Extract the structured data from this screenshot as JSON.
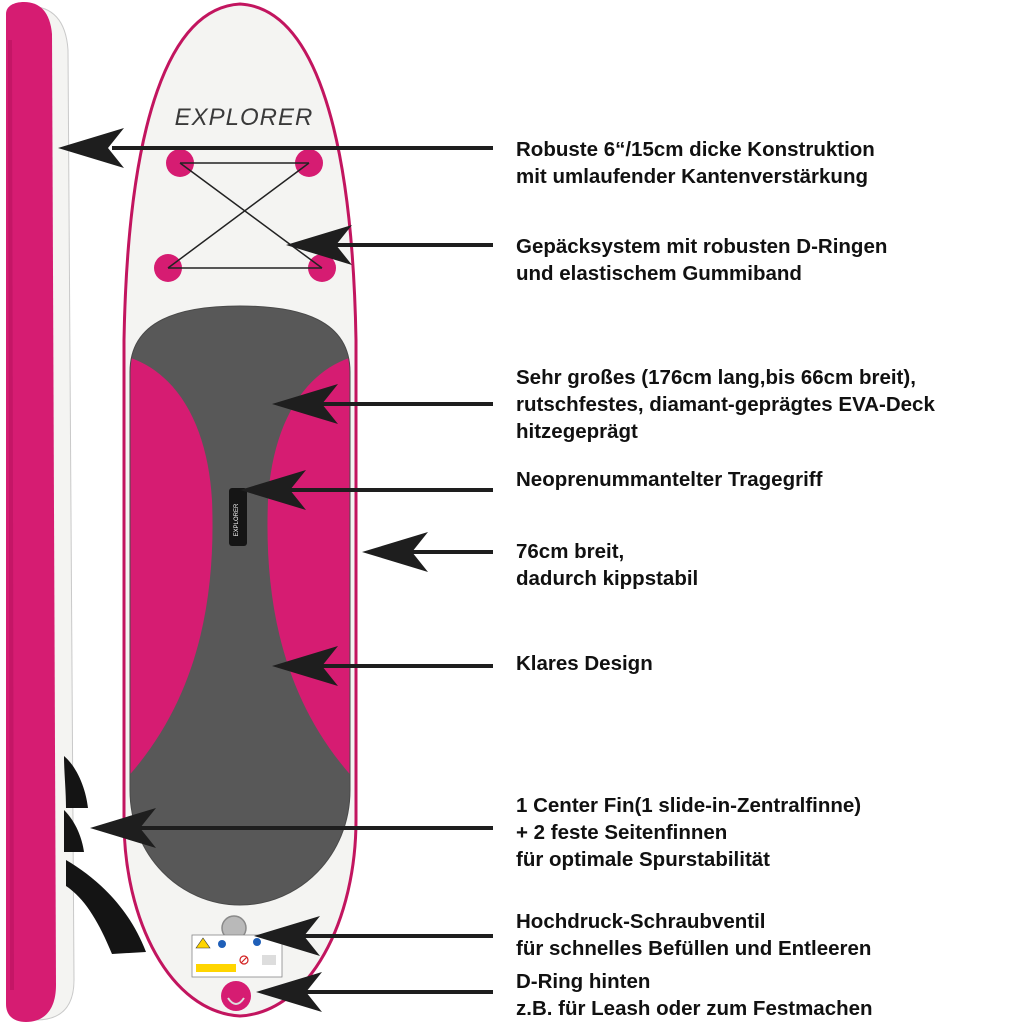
{
  "board": {
    "brand": "EXPLORER",
    "handle_text": "EXPLORER",
    "colors": {
      "magenta": "#d61c72",
      "magenta_dark": "#b8135f",
      "deck_grey": "#585858",
      "board_white": "#f4f4f2",
      "fin_black": "#141414",
      "arrow": "#1e1e1e"
    }
  },
  "callouts": [
    {
      "lines": [
        "Robuste 6“/15cm dicke Konstruktion",
        "mit umlaufender Kantenverstärkung"
      ]
    },
    {
      "lines": [
        "Gepäcksystem mit robusten D-Ringen",
        "und elastischem Gummiband"
      ]
    },
    {
      "lines": [
        "Sehr großes (176cm lang,bis 66cm breit),",
        "rutschfestes, diamant-geprägtes EVA-Deck",
        "hitzegeprägt"
      ]
    },
    {
      "lines": [
        "Neoprenummantelter Tragegriff"
      ]
    },
    {
      "lines": [
        "76cm breit,",
        "dadurch kippstabil"
      ]
    },
    {
      "lines": [
        "Klares Design"
      ]
    },
    {
      "lines": [
        "1 Center Fin(1 slide-in-Zentralfinne)",
        "+ 2 feste Seitenfinnen",
        "für optimale Spurstabilität"
      ]
    },
    {
      "lines": [
        "Hochdruck-Schraubventil",
        "für schnelles Befüllen und Entleeren"
      ]
    },
    {
      "lines": [
        "D-Ring hinten",
        "z.B. für Leash oder zum Festmachen"
      ]
    }
  ]
}
